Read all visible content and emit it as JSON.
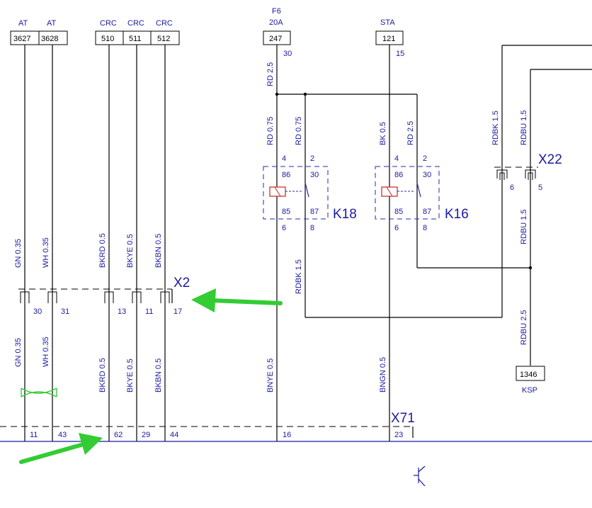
{
  "top_connectors": {
    "at1": {
      "label": "AT",
      "num": "3627"
    },
    "at2": {
      "label": "AT",
      "num": "3628"
    },
    "crc1": {
      "label": "CRC",
      "num": "510"
    },
    "crc2": {
      "label": "CRC",
      "num": "511"
    },
    "crc3": {
      "label": "CRC",
      "num": "512"
    },
    "f6": {
      "label1": "F6",
      "label2": "20A",
      "num": "247",
      "pin": "30"
    },
    "sta": {
      "label": "STA",
      "num": "121",
      "pin": "15"
    }
  },
  "wires": {
    "rd25_top": "RD 2.5",
    "rd075_a": "RD 0.75",
    "rd075_b": "RD 0.75",
    "bk05": "BK 0.5",
    "rd25_b": "RD 2.5",
    "rdbk15_top": "RDBK 1.5",
    "rdbu15_top": "RDBU 1.5",
    "rdbu15_mid": "RDBU 1.5",
    "rdbk15_mid": "RDBK 1.5",
    "rdbu25": "RDBU 2.5",
    "gn035_a": "GN 0.35",
    "wh035_a": "WH 0.35",
    "bkrd05_a": "BKRD 0.5",
    "bkye05_a": "BKYE 0.5",
    "bkbn05_a": "BKBN 0.5",
    "gn035_b": "GN 0.35",
    "wh035_b": "WH 0.35",
    "bkrd05_b": "BKRD 0.5",
    "bkye05_b": "BKYE 0.5",
    "bkbn05_b": "BKBN 0.5",
    "bnye05": "BNYE 0.5",
    "bngn05": "BNGN 0.5"
  },
  "relays": {
    "k18": {
      "name": "K18",
      "pin4": "4",
      "pin2": "2",
      "p86": "86",
      "p30": "30",
      "p85": "85",
      "p87": "87",
      "pin6": "6",
      "pin8": "8"
    },
    "k16": {
      "name": "K16",
      "pin4": "4",
      "pin2": "2",
      "p86": "86",
      "p30": "30",
      "p85": "85",
      "p87": "87",
      "pin6": "6",
      "pin8": "8"
    }
  },
  "x22": {
    "name": "X22",
    "pin6": "6",
    "pin5": "5"
  },
  "x2": {
    "name": "X2",
    "pins": [
      "30",
      "31",
      "13",
      "11",
      "17"
    ]
  },
  "x71": {
    "name": "X71",
    "pins": [
      "11",
      "43",
      "62",
      "29",
      "44",
      "16",
      "23"
    ]
  },
  "ksp": {
    "num": "1346",
    "label": "KSP"
  },
  "colors": {
    "wire": "#000000",
    "label": "#1a1aa0",
    "arrow": "#33cc33",
    "twist": "#33cc33",
    "relay_coil": "#cc2222"
  }
}
